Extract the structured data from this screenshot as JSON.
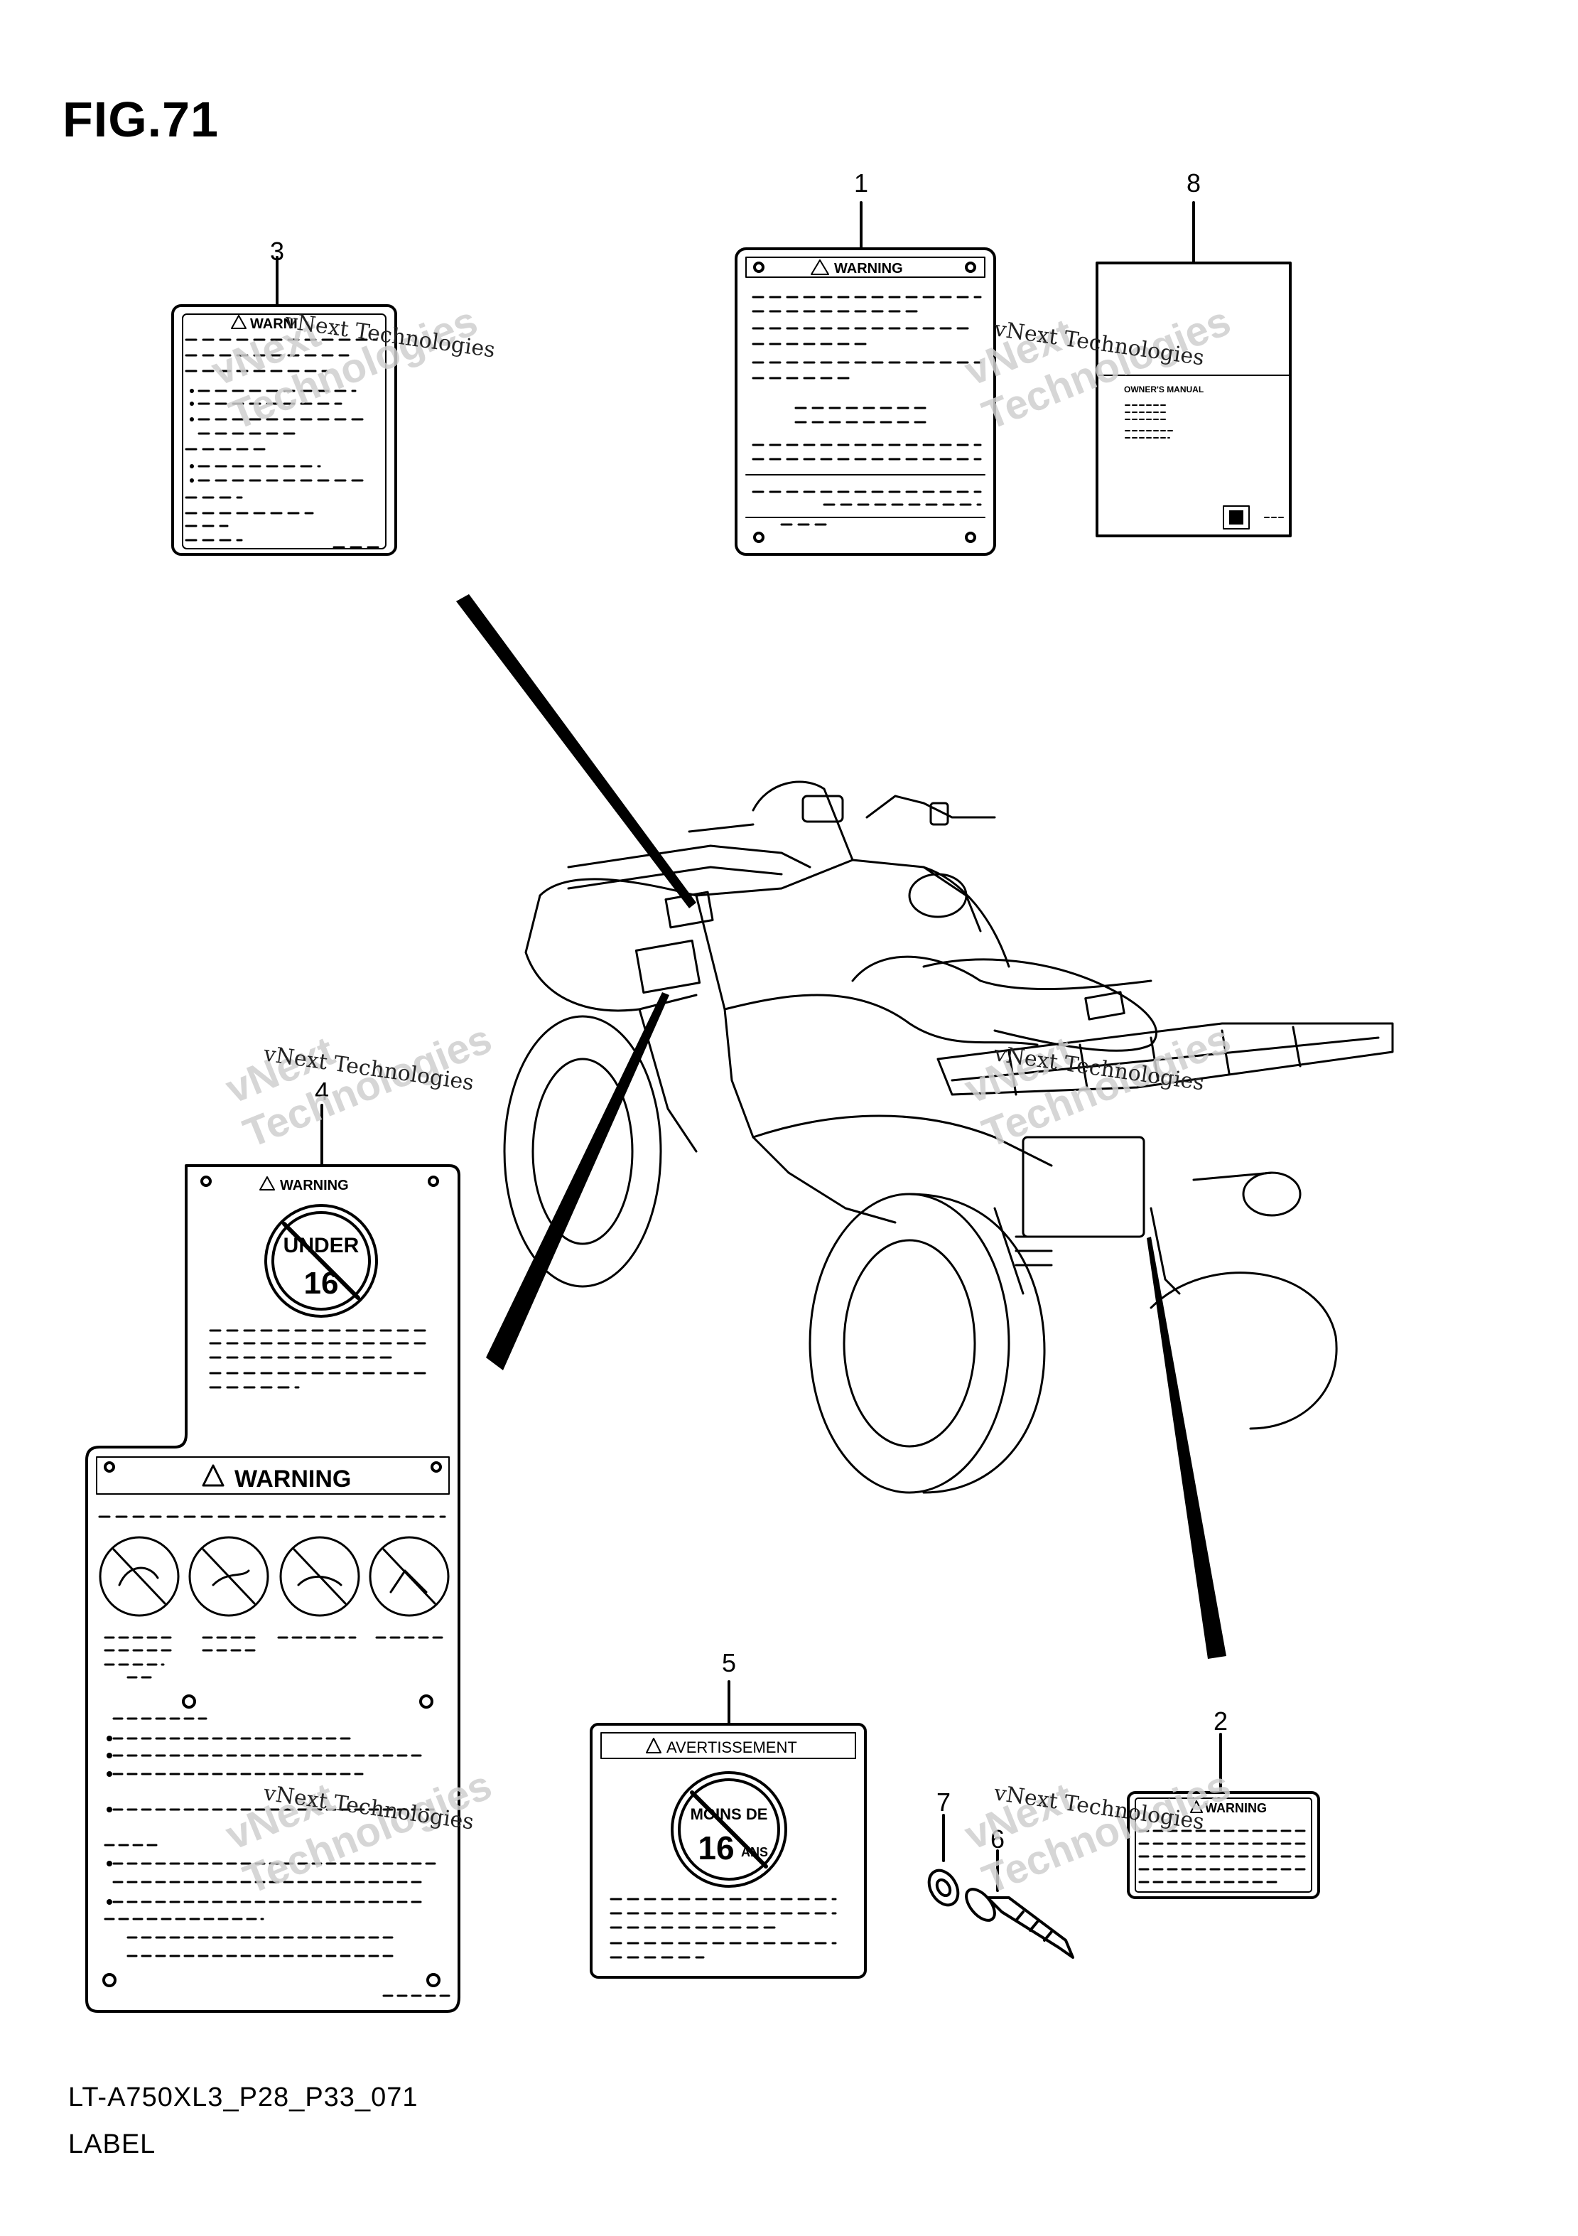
{
  "figure": {
    "title": "FIG.71",
    "code": "LT-A750XL3_P28_P33_071",
    "name": "LABEL"
  },
  "callouts": [
    "1",
    "2",
    "3",
    "4",
    "5",
    "6",
    "7",
    "8"
  ],
  "labels": {
    "warning": "WARNING",
    "warning_partial": "WARNI",
    "avertissement": "AVERTISSEMENT",
    "under": "UNDER",
    "age": "16",
    "moins_de": "MOINS DE",
    "ans": "ANS",
    "owners_manual": "OWNER'S MANUAL"
  },
  "watermark": {
    "brand": "vNext",
    "text": "vNext Technologies",
    "big": "Technologies"
  }
}
